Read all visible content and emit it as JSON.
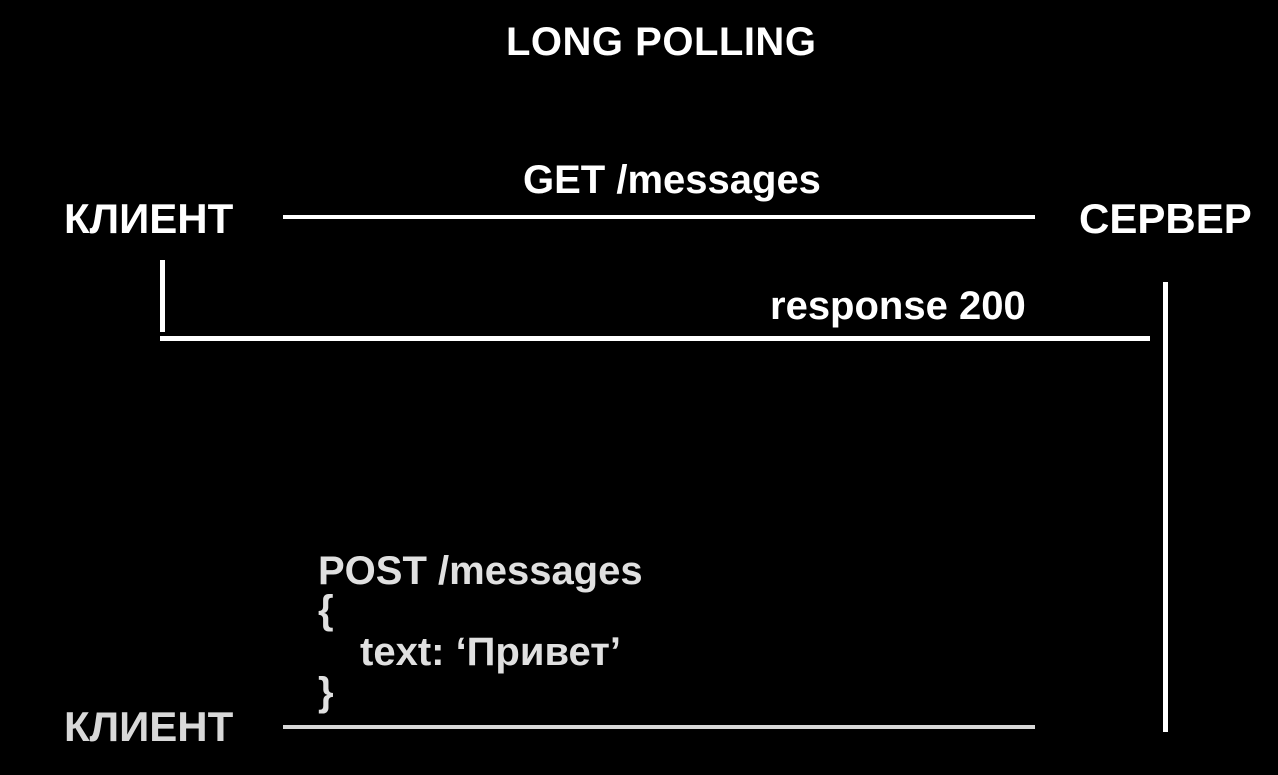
{
  "title": "LONG POLLING",
  "client_label": "КЛИЕНТ",
  "server_label": "СЕРВЕР",
  "get_request": "GET /messages",
  "response": "response 200",
  "post_request": {
    "line1": "POST /messages",
    "open_brace": "{",
    "body": "text: ‘Привет’",
    "close_brace": "}"
  },
  "client_label_bottom": "КЛИЕНТ"
}
